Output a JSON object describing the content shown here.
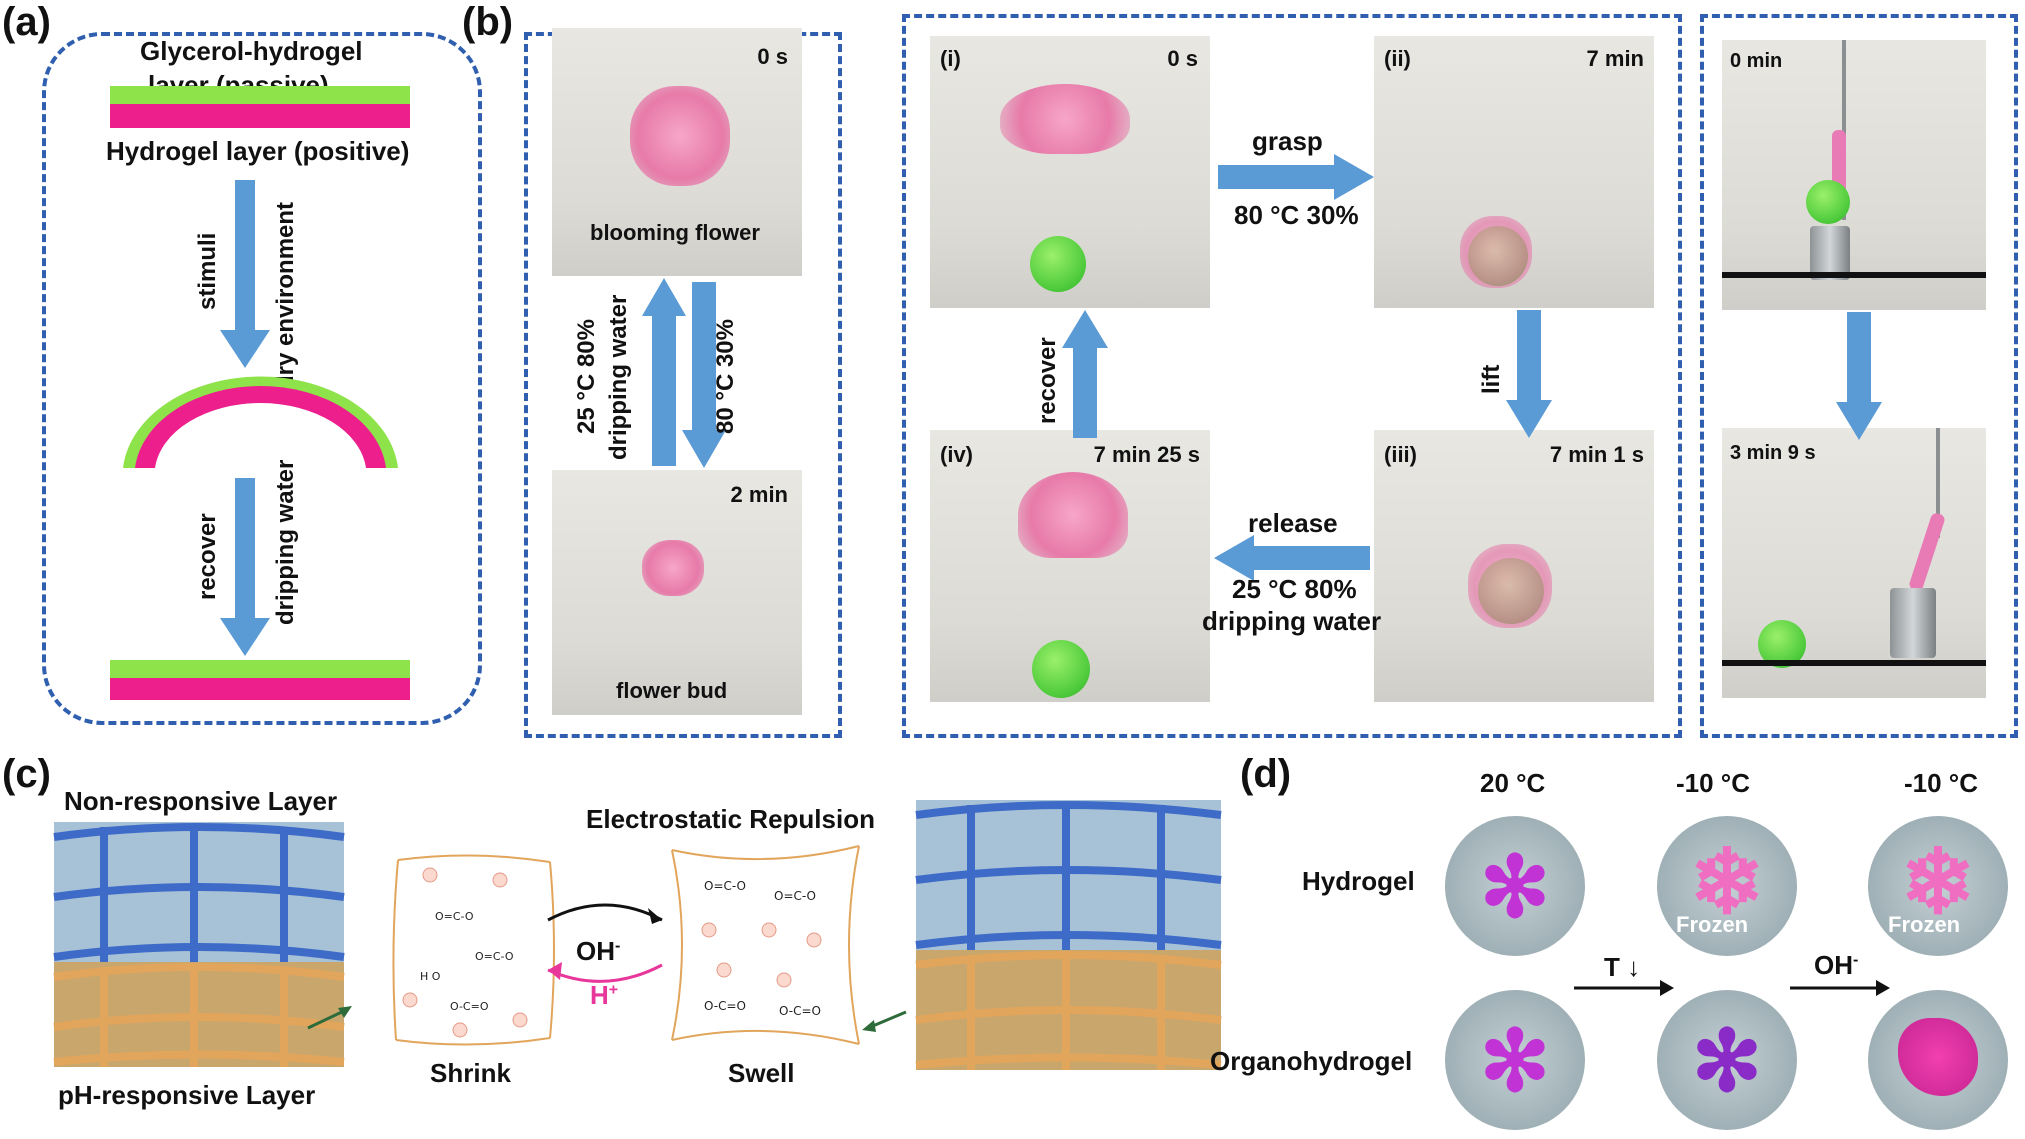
{
  "panels": {
    "a": "(a)",
    "b": "(b)",
    "c": "(c)",
    "d": "(d)"
  },
  "a": {
    "top_label_1": "Glycerol-hydrogel",
    "top_label_2": "layer  (passive)",
    "bottom_label": "Hydrogel  layer  (positive)",
    "arrow1_left": "stimuli",
    "arrow1_right": "dry environment",
    "arrow2_left": "recover",
    "arrow2_right": "dripping water"
  },
  "b": {
    "top_time": "0 s",
    "top_caption": "blooming flower",
    "bottom_time": "2 min",
    "bottom_caption": "flower bud",
    "down_label": "80 °C 30%",
    "up_label_1": "25 °C 80%",
    "up_label_2": "dripping water"
  },
  "grip": {
    "i_tag": "(i)",
    "i_time": "0 s",
    "ii_tag": "(ii)",
    "ii_time": "7 min",
    "iii_tag": "(iii)",
    "iii_time": "7 min 1 s",
    "iv_tag": "(iv)",
    "iv_time": "7 min 25 s",
    "grasp": "grasp",
    "grasp_cond": "80 °C 30%",
    "lift": "lift",
    "release": "release",
    "release_cond_1": "25 °C 80%",
    "release_cond_2": "dripping water",
    "recover": "recover"
  },
  "weight": {
    "t1": "0 min",
    "t2": "3 min 9 s"
  },
  "c": {
    "non_responsive": "Non-responsive  Layer",
    "ph_responsive": "pH-responsive  Layer",
    "electro": "Electrostatic Repulsion",
    "oh": "OH",
    "oh_sup": "-",
    "h": "H",
    "h_sup": "+",
    "shrink": "Shrink",
    "swell": "Swell"
  },
  "d": {
    "t20": "20 °C",
    "tm10a": "-10 °C",
    "tm10b": "-10 °C",
    "row1": "Hydrogel",
    "row2": "Organohydrogel",
    "frozen": "Frozen",
    "t_down": "T ↓",
    "oh": "OH",
    "oh_sup": "-"
  },
  "colors": {
    "pink": "#ec1f8c",
    "green": "#8ee34b",
    "arrow": "#5b9bd5",
    "box": "#2f5fae",
    "magenta": "#e8369a"
  }
}
